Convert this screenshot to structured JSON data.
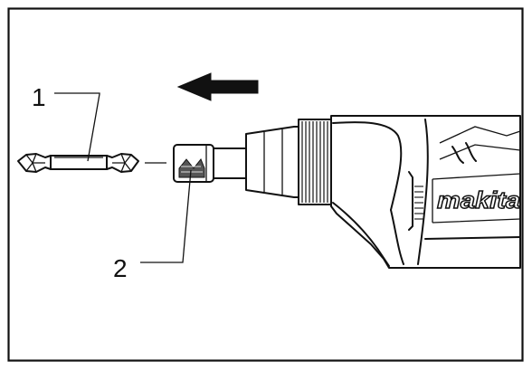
{
  "callouts": {
    "bit": "1",
    "bit_holder": "2"
  },
  "tool_marking": "makita"
}
